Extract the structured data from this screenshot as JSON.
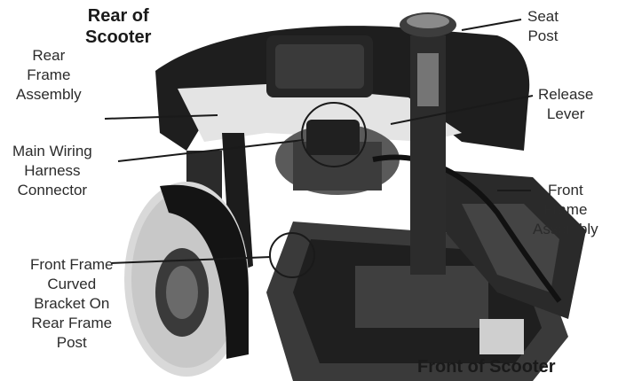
{
  "diagram": {
    "headings": {
      "rear": [
        "Rear of",
        "Scooter"
      ],
      "front": "Front of Scooter"
    },
    "labels": {
      "seat_post": [
        "Seat",
        "Post"
      ],
      "rear_frame_assembly": [
        "Rear",
        "Frame",
        "Assembly"
      ],
      "release_lever": [
        "Release",
        "Lever"
      ],
      "main_wiring_harness": [
        "Main Wiring",
        "Harness",
        "Connector"
      ],
      "front_frame_assembly": [
        "Front",
        "Frame",
        "Assembly"
      ],
      "curved_bracket": [
        "Front Frame",
        "Curved",
        "Bracket On",
        "Rear Frame",
        "Post"
      ]
    },
    "photo_subject": "mobility-scooter-frame-photo"
  }
}
